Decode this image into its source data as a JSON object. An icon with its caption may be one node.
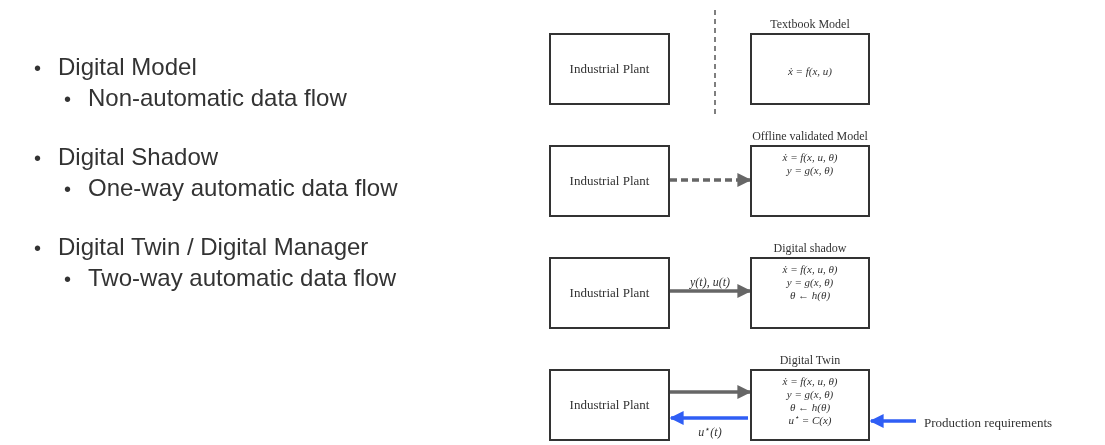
{
  "diagram": {
    "nodes": [
      {
        "text": [
          "Industrial Plant"
        ]
      },
      {
        "text": [
          "Textbook Model",
          "ẋ = f(x, u)"
        ]
      },
      {
        "text": [
          "Industrial Plant"
        ]
      },
      {
        "text": [
          "Offline validated Model",
          "ẋ = f(x, u, θ)",
          "y = g(x, θ)"
        ]
      },
      {
        "text": [
          "Industrial Plant"
        ]
      },
      {
        "text": [
          "Digital shadow",
          "ẋ = f(x, u, θ)",
          "y = g(x, θ)",
          "θ ← h(θ)"
        ]
      },
      {
        "text": [
          "Industrial Plant"
        ]
      },
      {
        "text": [
          "Digital Twin",
          "ẋ = f(x, u, θ)",
          "y = g(x, θ)",
          "θ ← h(θ)",
          "u$^{⋆}$ = C(x)"
        ]
      },
      {
        "text": [
          "Production requirements"
        ]
      }
    ],
    "edges": [
      {
        "from": 2,
        "to": 3,
        "arrow": "to",
        "style": "dashed"
      },
      {
        "from": 4,
        "to": 5,
        "arrow": "to",
        "label": "y(t), u(t)"
      },
      {
        "from": 6,
        "to": 7,
        "arrow": "to"
      },
      {
        "from": 7,
        "to": 6,
        "arrow": "to",
        "label": "u$^{⋆}$(t)",
        "color": "#2f5ef5"
      },
      {
        "from": 8,
        "to": 7,
        "arrow": "to",
        "color": "#2f5ef5"
      }
    ],
    "labels": [
      "•",
      "Digital Model",
      "•",
      "Non-automatic data flow",
      "•",
      "Digital Shadow",
      "•",
      "One-way automatic data flow",
      "•",
      "Digital Twin / Digital Manager",
      "•",
      "Two-way automatic data flow"
    ]
  }
}
